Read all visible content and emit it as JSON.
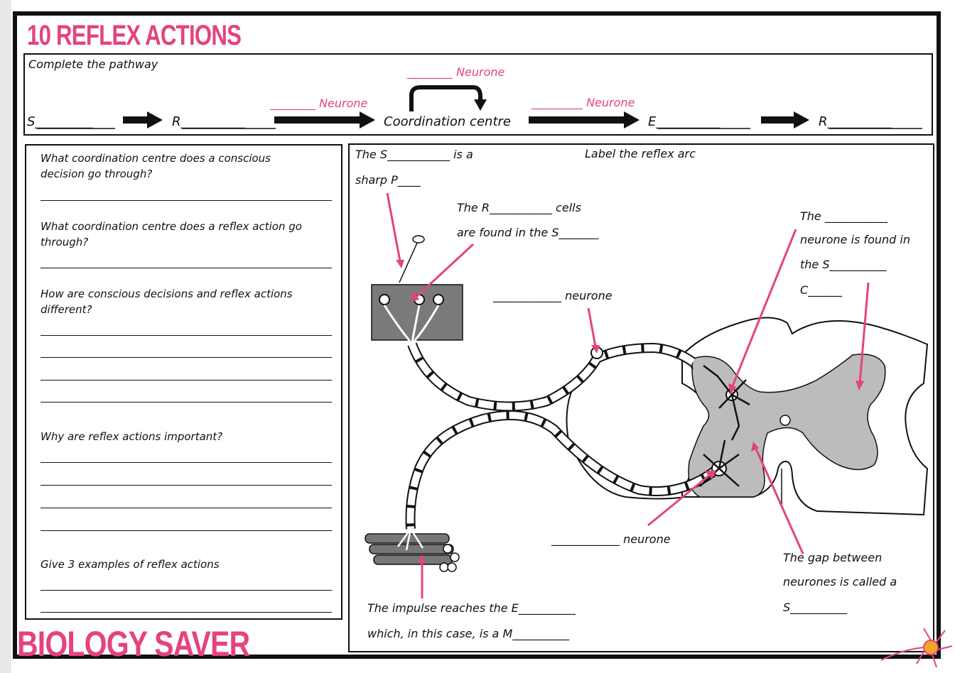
{
  "title": "10 REFLEX ACTIONS",
  "pathway": {
    "instruction": "Complete the pathway",
    "stimulus": "S_________",
    "receptor": "R__________",
    "neurone1": "________ Neurone",
    "neurone_top": "________ Neurone",
    "centre": "Coordination centre",
    "neurone2": "_________ Neurone",
    "effector": "E__________",
    "response": "R__________"
  },
  "questions": [
    {
      "text": "What coordination centre does a conscious\ndecision go through?"
    },
    {
      "text": "What coordination centre does a reflex action go\nthrough?"
    },
    {
      "text": "How are conscious decisions and reflex actions\ndifferent?"
    },
    {
      "text": "Why are reflex actions important?"
    },
    {
      "text": "Give 3 examples of reflex actions"
    }
  ],
  "diagram": {
    "heading": "Label the reflex arc",
    "stimulus_l1": "The S___________  is a",
    "stimulus_l2": "sharp P____",
    "receptor_l1": "The R___________  cells",
    "receptor_l2": "are found in the S_______",
    "sensory": "____________  neurone",
    "relay_l1": "The ___________",
    "relay_l2": "neurone is found in",
    "relay_l3": "the S__________",
    "relay_l4": "C______",
    "motor": "____________  neurone",
    "synapse_l1": "The gap between",
    "synapse_l2": "neurones is called a",
    "synapse_l3": "S__________",
    "effector_l1": "The impulse reaches the E__________",
    "effector_l2": "which, in this case, is a M__________"
  },
  "brand": "BIOLOGY SAVER",
  "colors": {
    "accent": "#e4437f",
    "grey": "#b9b9b9",
    "dark_grey": "#888888"
  }
}
